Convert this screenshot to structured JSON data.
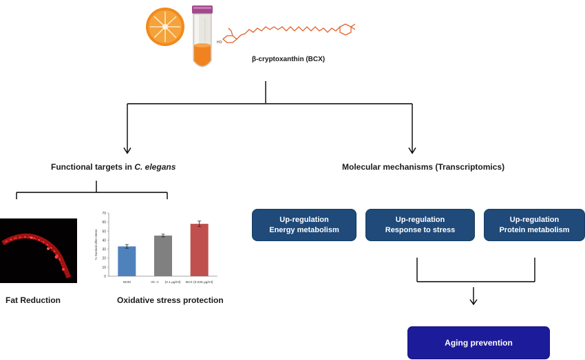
{
  "compound": {
    "name": "β-cryptoxanthin (BCX)"
  },
  "left_branch": {
    "title_prefix": "Functional targets in ",
    "title_species": "C. elegans",
    "fat_label": "Fat Reduction",
    "oxidative_label": "Oxidative stress protection"
  },
  "right_branch": {
    "title": "Molecular mechanisms (Transcriptomics)",
    "boxes": [
      {
        "line1": "Up-regulation",
        "line2": "Energy metabolism"
      },
      {
        "line1": "Up-regulation",
        "line2": "Response to stress"
      },
      {
        "line1": "Up-regulation",
        "line2": "Protein metabolism"
      }
    ],
    "final": "Aging prevention"
  },
  "chart_data": {
    "type": "bar",
    "ylabel": "% Survival after stress",
    "categories": [
      "NGM",
      "Vit. C",
      "BCX (0.025 µg/ml)"
    ],
    "extra_tick_label": "(0.1 µg/ml)",
    "values": [
      33,
      45,
      58
    ],
    "errors": [
      2,
      1.5,
      3
    ],
    "colors": [
      "#4f81bd",
      "#808080",
      "#c0504d"
    ],
    "ylim": [
      0,
      70
    ],
    "yticks": [
      0,
      10,
      20,
      30,
      40,
      50,
      60,
      70
    ],
    "grid": false
  },
  "colors": {
    "box": "#1f4a7a",
    "final_box": "#1c1c9a",
    "molecule": "#e0602a",
    "line": "#000000"
  }
}
